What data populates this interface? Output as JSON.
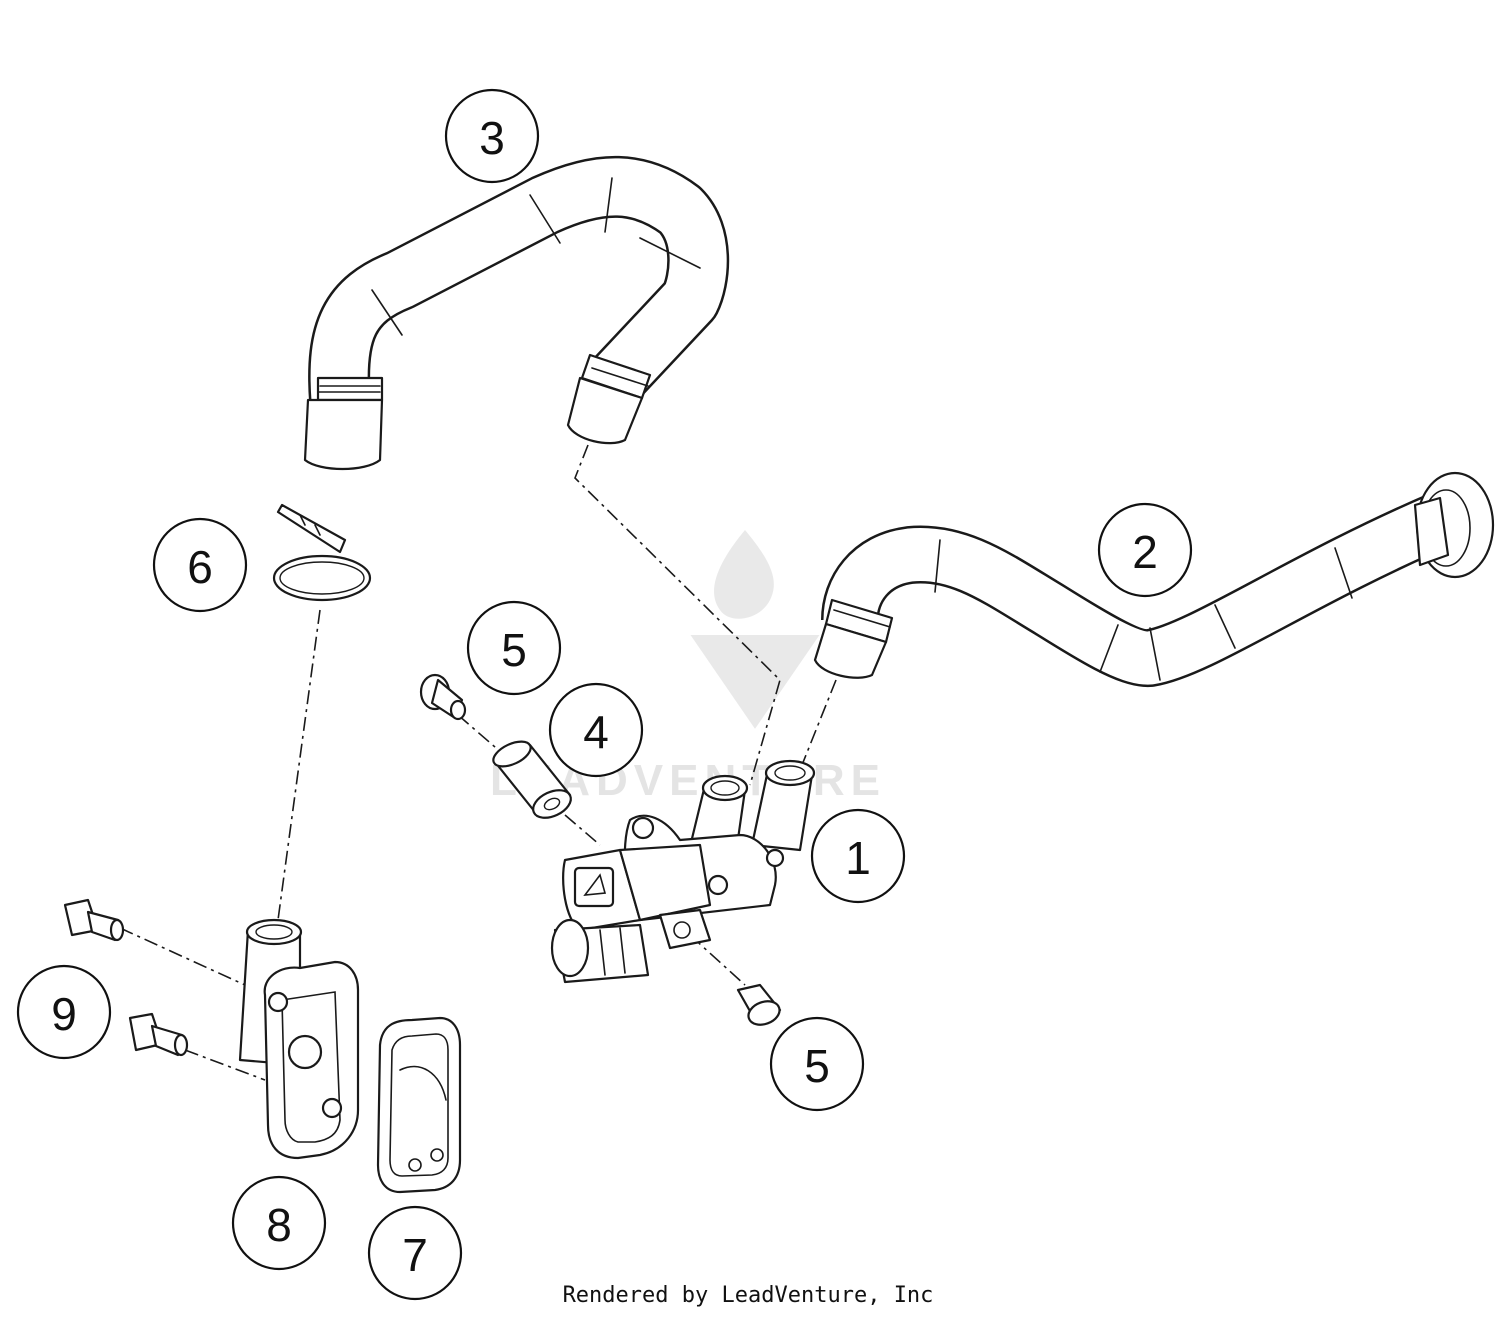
{
  "callouts": [
    {
      "id": "1",
      "label": "1"
    },
    {
      "id": "2",
      "label": "2"
    },
    {
      "id": "3",
      "label": "3"
    },
    {
      "id": "4",
      "label": "4"
    },
    {
      "id": "5a",
      "label": "5"
    },
    {
      "id": "5b",
      "label": "5"
    },
    {
      "id": "6",
      "label": "6"
    },
    {
      "id": "7",
      "label": "7"
    },
    {
      "id": "8",
      "label": "8"
    },
    {
      "id": "9",
      "label": "9"
    }
  ],
  "footer": {
    "text": "Rendered by LeadVenture, Inc"
  },
  "watermark": {
    "text": "LEADVENTURE"
  }
}
